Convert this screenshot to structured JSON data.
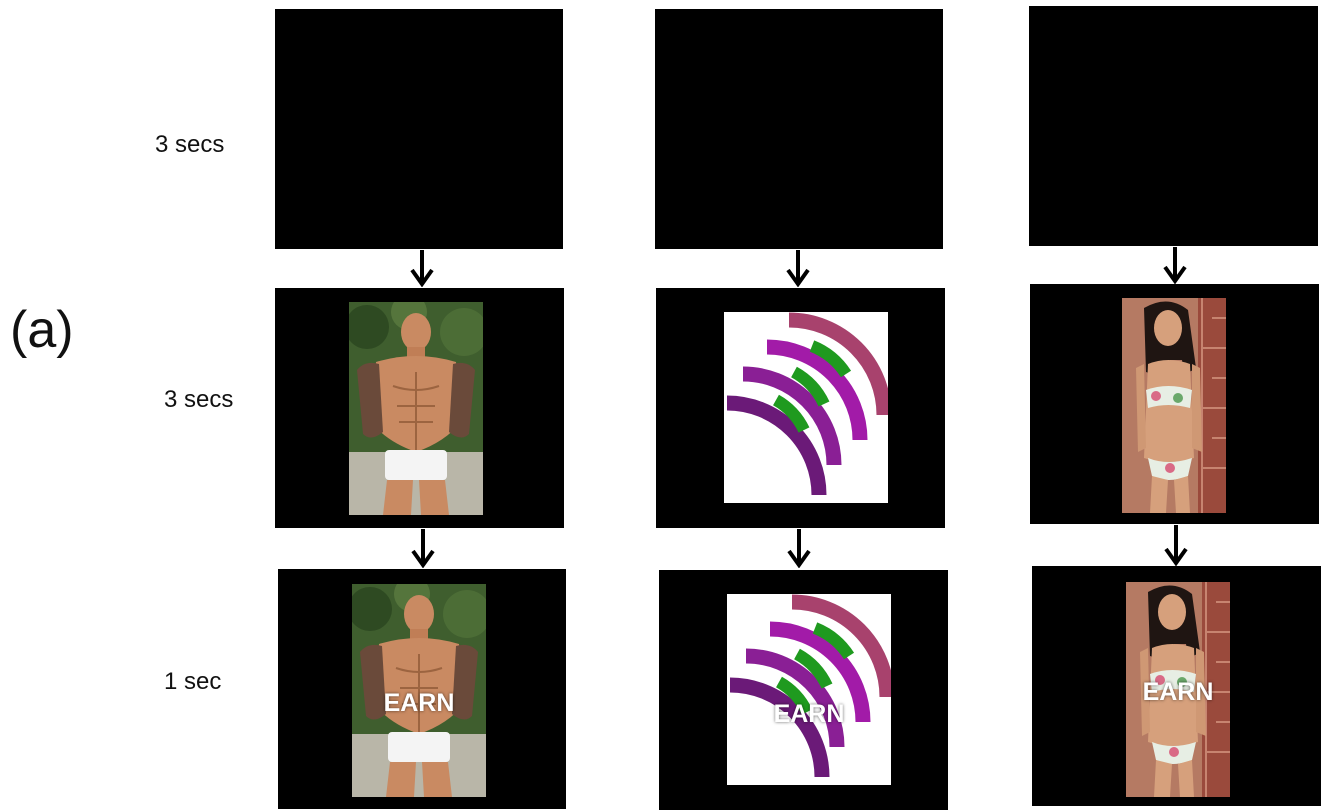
{
  "panel_label": "(a)",
  "time_labels": [
    "3 secs",
    "3 secs",
    "1 sec"
  ],
  "overlay_word": "EARN",
  "columns": [
    {
      "stimulus": "muscular-man-photo-icon"
    },
    {
      "stimulus": "abstract-purple-arcs-icon"
    },
    {
      "stimulus": "woman-bikini-photo-icon"
    }
  ],
  "colors": {
    "screen": "#000000",
    "arc_dark": "#6b1a78",
    "arc_mid": "#a21ba8",
    "arc_pink": "#a8426d",
    "arc_green": "#1f9a1f"
  }
}
